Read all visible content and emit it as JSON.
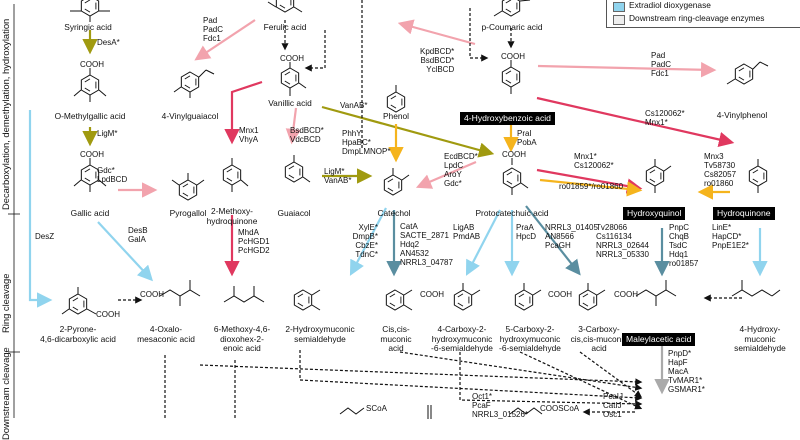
{
  "colors": {
    "olive": "#a09a10",
    "pink": "#f2a3ad",
    "crimson": "#e0385f",
    "sky": "#90d4ee",
    "steel": "#5a8ea0",
    "orange": "#f5b41d",
    "grey": "#aaaaaa",
    "black": "#111111"
  },
  "legend": {
    "items": [
      {
        "label": "Extradiol dioxygenase",
        "color": "#90d4ee"
      },
      {
        "label": "Downstream ring-cleavage enzymes",
        "color": "#eeeeee"
      }
    ]
  },
  "sections": {
    "decarboxylation": "Decarboxylation, demethylation, hydroxylation",
    "ring_cleavage": "Ring cleavage",
    "downstream": "Downstream cleavage"
  },
  "compounds": {
    "syringic": "Syringic acid",
    "ferulic": "Ferulic acid",
    "coumaric": "p-Coumaric acid",
    "omethylgallic": "O-Methylgallic acid",
    "vinylguaiacol": "4-Vinylguaiacol",
    "vanillic": "Vanillic acid",
    "phenol": "Phenol",
    "vinylphenol": "4-Vinylphenol",
    "gallic": "Gallic acid",
    "pyrogallol": "Pyrogallol",
    "methoxyhydroquinone": "2-Methoxy-\nhydroquinone",
    "guaiacol": "Guaiacol",
    "catechol": "Catechol",
    "protocatechuic": "Protocatechuic acid",
    "pyrone": "2-Pyrone-\n4,6-dicarboxylic acid",
    "oxalomesaconic": "4-Oxalo-\nmesaconic acid",
    "methoxydioxohexenoic": "6-Methoxy-4,6-\ndioxohex-2-\nenoic acid",
    "hydroxymuconic": "2-Hydroxymuconic\nsemialdehyde",
    "ciscismuconic": "Cis,cis-\nmuconic\nacid",
    "carboxyhydroxy4": "4-Carboxy-2-\nhydroxymuconic\n-6-semialdehyde",
    "carboxyhydroxy5": "5-Carboxy-2-\nhydroxymuconic\n-6-semialdehyde",
    "carboxycis3": "3-Carboxy-\ncis,cis-muconic\nacid",
    "hydroxymuconic4": "4-Hydroxy-\nmuconic\nsemialdehyde"
  },
  "boxes": {
    "hydroxybenzoic": "4-Hydroxybenzoic acid",
    "hydroxyquinol": "Hydroxyquinol",
    "hydroquinone": "Hydroquinone",
    "maleylacetic": "Maleylacetic acid"
  },
  "enzymes": {
    "desa": "DesA*",
    "ligm1": "LigM*",
    "pad_ferulic": "Pad\nPadC\nFdc1",
    "kpd": "KpdBCD*\nBsdBCD*\nYclBCD",
    "pad_right": "Pad\nPadC\nFdc1",
    "vanab1": "VanAB*",
    "gdc_lpd": "Gdc*\nLpdBCD",
    "mnx_vhy": "Mnx1\nVhyA",
    "bsd_vdc": "BsdBCD*\nVdcBCD",
    "phhy": "PhhY\nHpaBC*\nDmpLMNOP*",
    "ligm_vanab": "LigM*\nVanAB*",
    "edc": "EcdBCD*\nLpdC\nAroY\nGdc*",
    "pral": "PraI\nPobA",
    "cs120062a": "Cs120062*\nMnx1*",
    "mnx1b": "Mnx1*\nCs120062*",
    "ro01859": "ro01859*/ro01860",
    "mnx3": "Mnx3\nTv58730\nCs82057\nro01860",
    "desz": "DesZ",
    "desb": "DesB\nGalA",
    "mhda": "MhdA\nPcHGD1\nPcHGD2",
    "xyle": "XylE*\nDmpB*\nCbzE*\nTdnC*",
    "cata": "CatA\nSACTE_2871\nHdq2\nAN4532\nNRRL3_04787",
    "ligab": "LigAB\nPmdAB",
    "prah": "PraA\nHpcD",
    "nrrl": "NRRL3_01405\nAN8566\nPcaGH",
    "tv28066": "Tv28066\nCs116134\nNRRL3_02644\nNRRL3_05330",
    "pnpc": "PnpC\nChqB\nTsdC\nHdq1\nro01857",
    "line": "LinE*\nHapCD*\nPnpE1E2*",
    "pnpd": "PnpD*\nHapF\nMacA\nTvMAR1*\nGSMAR1*",
    "oct1": "Oct1*\nPcaF\nNRRL3_01526*",
    "pcalj": "PcaIJ\nCatIJ\nOsc1"
  },
  "fragments": {
    "cooh": "COOH",
    "scoa": "SCoA",
    "coscoa": "COOSCoA"
  }
}
